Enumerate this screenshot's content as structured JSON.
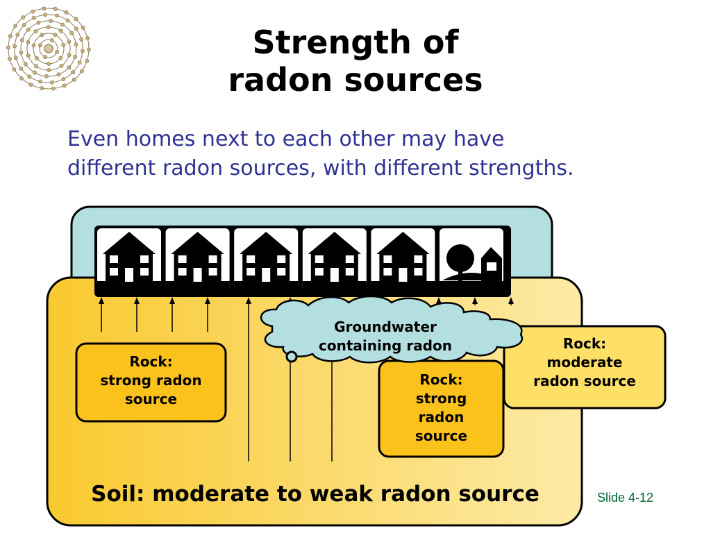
{
  "title": {
    "line1": "Strength of",
    "line2": "radon sources"
  },
  "subtitle": {
    "line1": "Even homes next to each other may have",
    "line2": "different radon sources, with different strengths."
  },
  "logo_icon": "atom-rings-icon",
  "diagram": {
    "houses": [
      "townhouse-icon",
      "apartment-icon",
      "row-house-icon",
      "two-story-house-icon",
      "cottage-icon",
      "tree-and-house-icon"
    ],
    "groundwater": {
      "line1": "Groundwater",
      "line2": "containing radon"
    },
    "rock_left": {
      "line1": "Rock:",
      "line2": "strong radon",
      "line3": "source"
    },
    "rock_center": {
      "line1": "Rock:",
      "line2": "strong",
      "line3": "radon",
      "line4": "source"
    },
    "rock_right": {
      "line1": "Rock:",
      "line2": "moderate",
      "line3": "radon source"
    },
    "soil": "Soil: moderate to weak radon source"
  },
  "colors": {
    "sky": "#b3dfe0",
    "soil_light": "#fdeaa6",
    "soil_dark": "#f9c92f",
    "rock_strong": "#fcc21c",
    "rock_moderate": "#fde065",
    "cloud": "#b3dfe0",
    "subtitle": "#2e3192",
    "slide_number": "#006633"
  },
  "slide_number": "Slide 4-12"
}
